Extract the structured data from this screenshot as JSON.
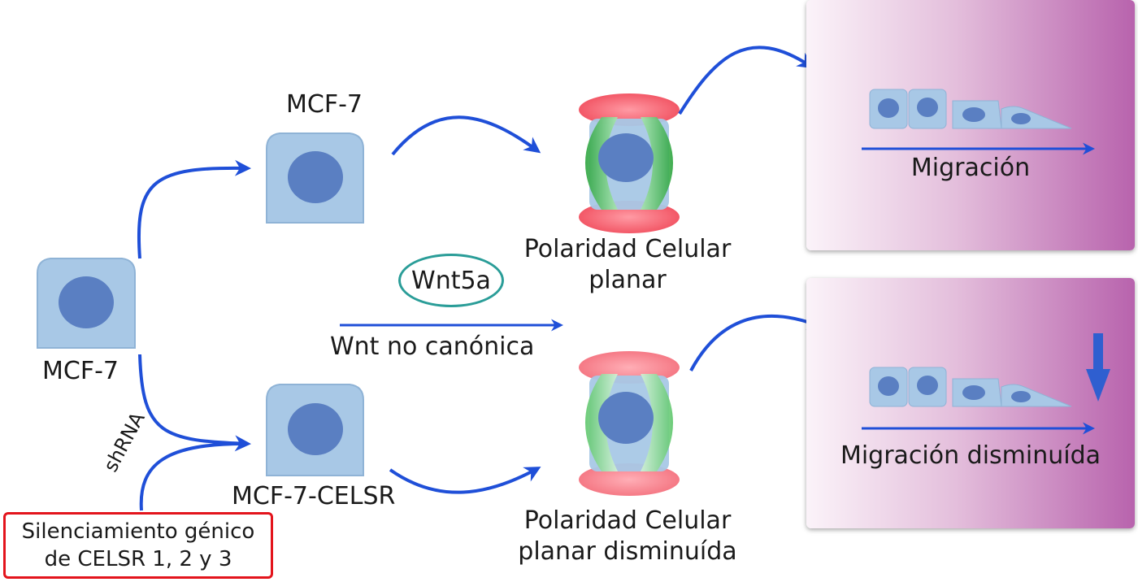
{
  "labels": {
    "mcf7_top": "MCF-7",
    "mcf7_left": "MCF-7",
    "mcf7_celsr": "MCF-7-CELSR",
    "wnt5a": "Wnt5a",
    "wnt_pathway": "Wnt no canónica",
    "shrna": "shRNA",
    "pcp_normal_line1": "Polaridad Celular",
    "pcp_normal_line2": "planar",
    "pcp_reduced_line1": "Polaridad Celular",
    "pcp_reduced_line2": "planar disminuída",
    "silencing_line1": "Silenciamiento génico",
    "silencing_line2": "de CELSR 1, 2 y 3",
    "migration": "Migración",
    "migration_reduced": "Migración disminuída"
  },
  "colors": {
    "arrow": "#1f4fd8",
    "cell_body": "#a8c8e6",
    "cell_nucleus": "#5a7fc2",
    "pcp_cap": "#f04a5a",
    "pcp_side": "#3ab54a",
    "wnt5a_border": "#2a9d98",
    "silencing_border": "#e3141c",
    "panel_gradient_end": "#b863ad"
  }
}
